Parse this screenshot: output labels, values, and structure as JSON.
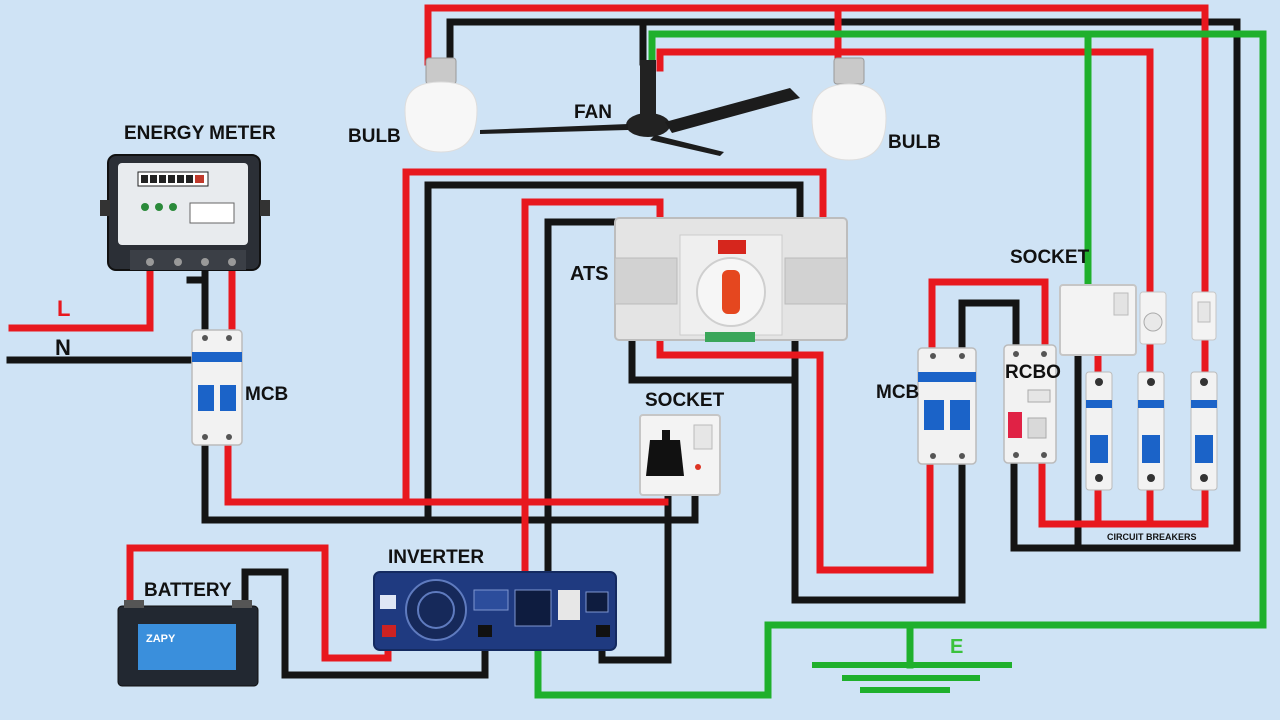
{
  "labels": {
    "energy_meter": "ENERGY METER",
    "bulb_left": "BULB",
    "fan": "FAN",
    "bulb_right": "BULB",
    "ats": "ATS",
    "socket_top": "SOCKET",
    "socket_mid": "SOCKET",
    "mcb_left": "MCB",
    "mcb_right": "MCB",
    "rcbo": "RCBO",
    "live": "L",
    "neutral": "N",
    "battery": "BATTERY",
    "inverter": "INVERTER",
    "earth": "E",
    "circuit_breakers": "CIRCUIT BREAKERS",
    "battery_brand": "ZAPY"
  },
  "colors": {
    "background": "#cfe3f5",
    "live_wire": "#e8181e",
    "neutral_wire": "#141414",
    "earth_wire": "#1fb02c",
    "earth_label": "#3bc23d",
    "inverter_body": "#1f3a80"
  }
}
